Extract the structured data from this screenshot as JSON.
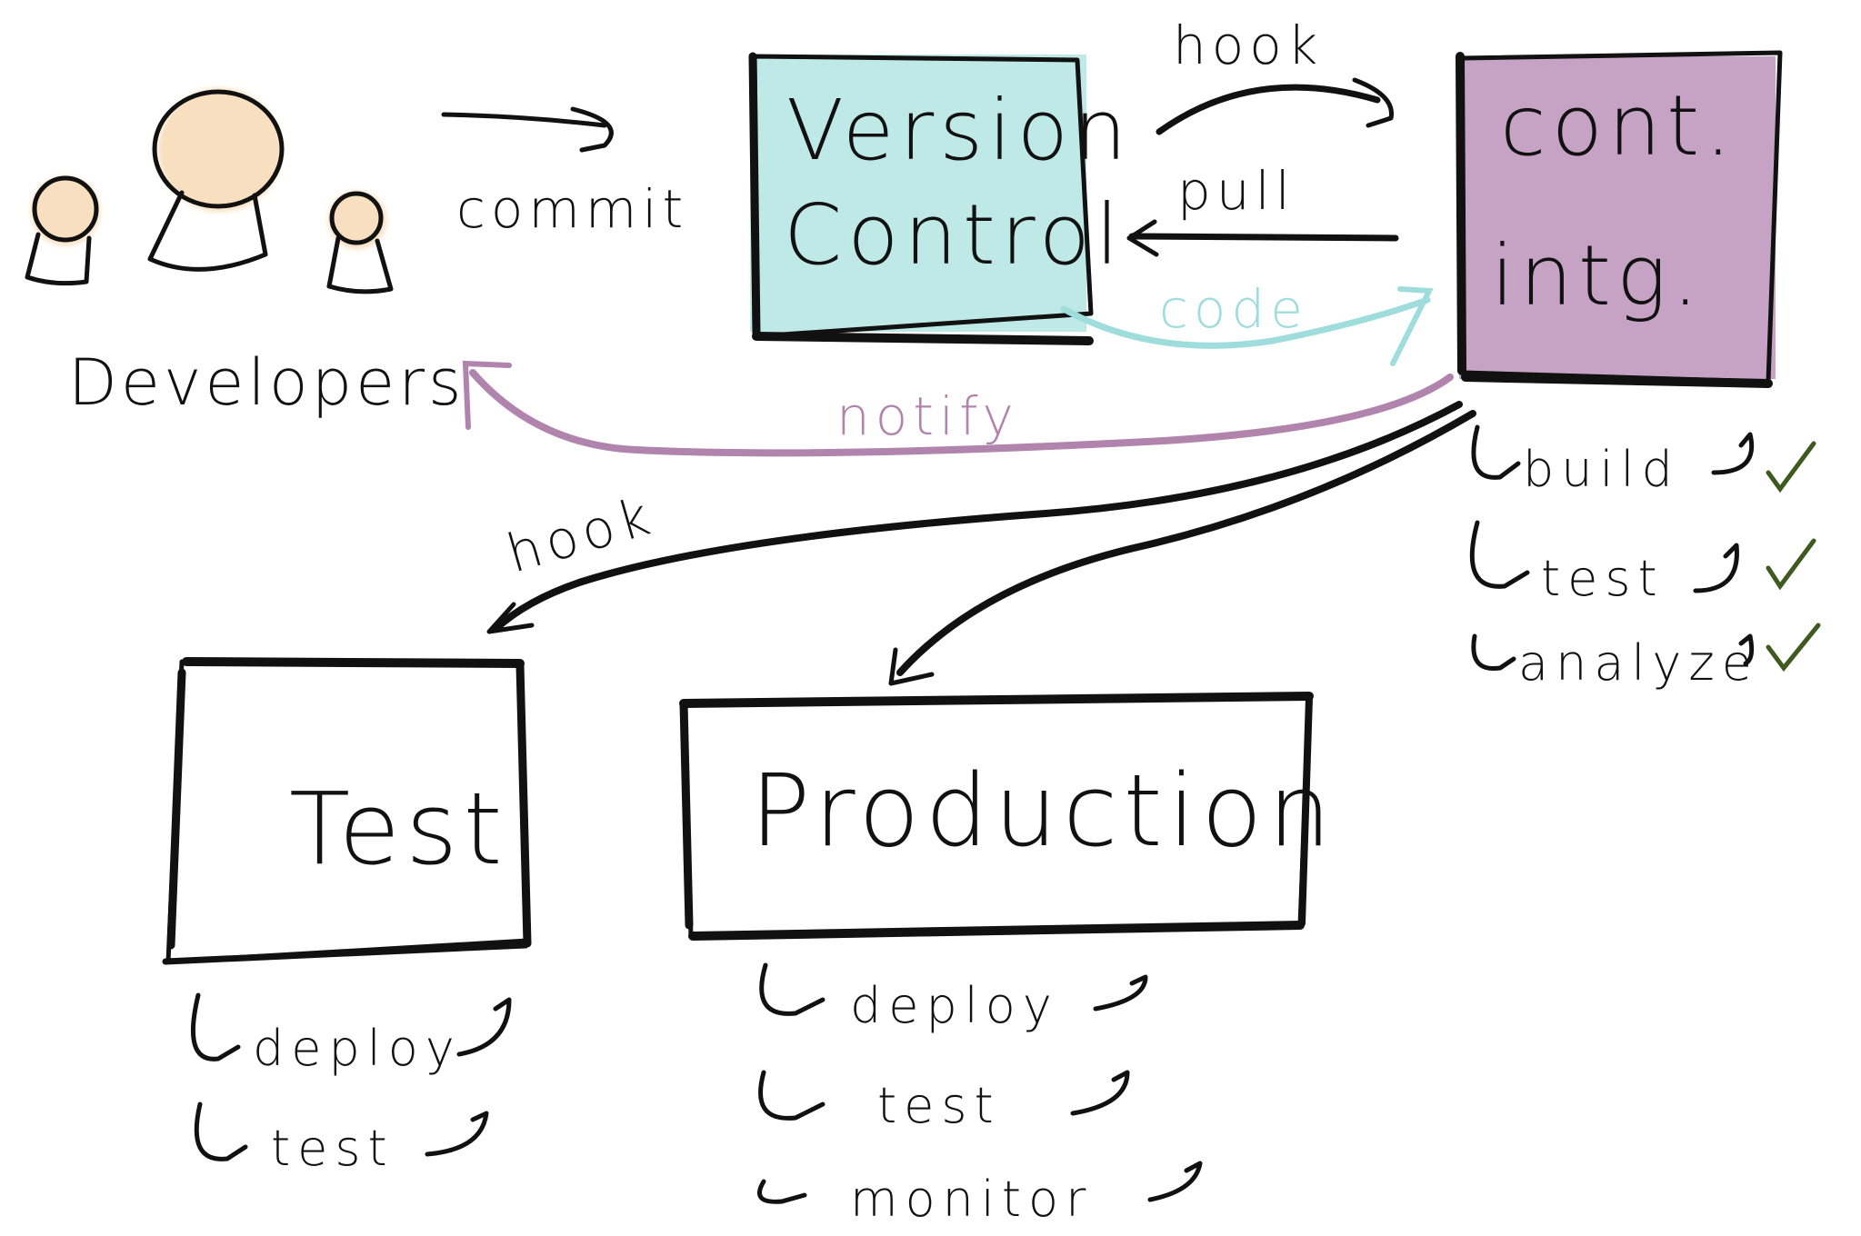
{
  "colors": {
    "ink": "#111111",
    "version_control_fill": "#bfe9e6",
    "ci_fill": "#c6a2c5",
    "developer_skin": "#f7dfbf",
    "notify_arrow": "#b084ac",
    "code_arrow": "#9fdcdc",
    "check_mark": "#3f5a1f"
  },
  "actors": {
    "developers": {
      "label": "Developers",
      "icon": "people-icon"
    }
  },
  "boxes": {
    "version_control": {
      "line1": "Version",
      "line2": "Control"
    },
    "ci": {
      "line1": "cont.",
      "line2": "intg."
    },
    "test": {
      "label": "Test"
    },
    "production": {
      "label": "Production"
    }
  },
  "edges": {
    "commit": "commit",
    "hook_vc_ci": "hook",
    "pull": "pull",
    "code": "code",
    "notify": "notify",
    "hook_ci_test": "hook"
  },
  "ci_steps": [
    {
      "label": "build",
      "status": "check-icon"
    },
    {
      "label": "test",
      "status": "check-icon"
    },
    {
      "label": "analyze",
      "status": "check-icon"
    }
  ],
  "test_steps": [
    {
      "label": "deploy"
    },
    {
      "label": "test"
    }
  ],
  "production_steps": [
    {
      "label": "deploy"
    },
    {
      "label": "test"
    },
    {
      "label": "monitor"
    }
  ]
}
